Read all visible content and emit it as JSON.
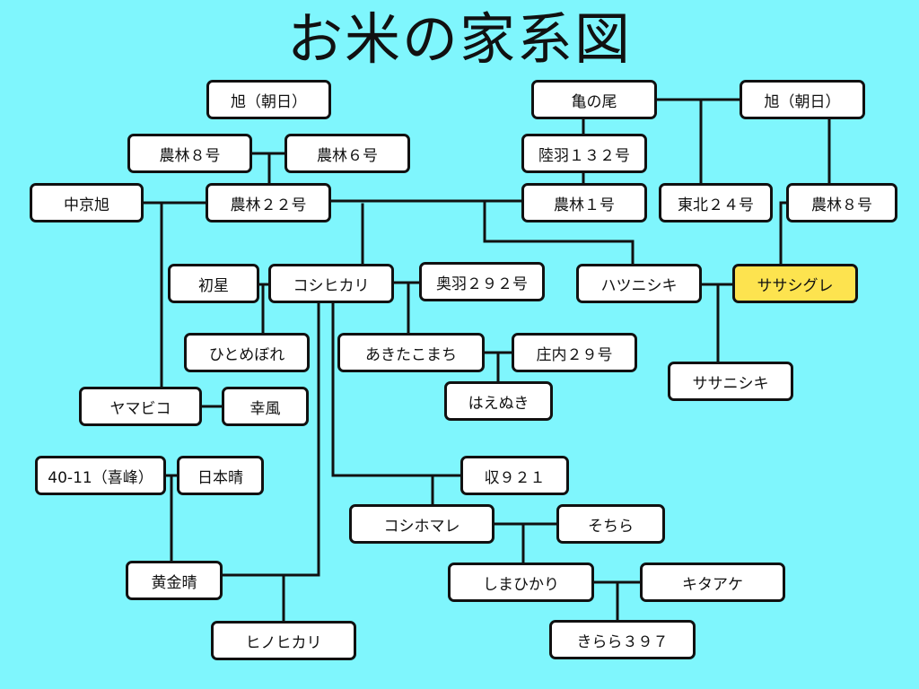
{
  "title": "お米の家系図",
  "colors": {
    "background": "#7ff6fd",
    "node_fill": "#ffffff",
    "highlight_fill": "#fde34f",
    "line": "#111111"
  },
  "nodes": {
    "asahi_1": "旭（朝日）",
    "kamenoo": "亀の尾",
    "asahi_2": "旭（朝日）",
    "norin8_a": "農林８号",
    "norin6": "農林６号",
    "rikuu132": "陸羽１３２号",
    "chukyoasahi": "中京旭",
    "norin22": "農林２２号",
    "norin1": "農林１号",
    "tohoku24": "東北２４号",
    "norin8_b": "農林８号",
    "hatsuboshi": "初星",
    "koshihikari": "コシヒカリ",
    "ou292": "奥羽２９２号",
    "hatsunishiki": "ハツニシキ",
    "sasashigure": "ササシグレ",
    "hitomebore": "ひとめぼれ",
    "akitakomachi": "あきたこまち",
    "shonai29": "庄内２９号",
    "hayenuki": "はえぬき",
    "sasanishiki": "ササニシキ",
    "yamabiko": "ヤマビコ",
    "kofu": "幸風",
    "kiho": "40-11（喜峰）",
    "nihonbare": "日本晴",
    "shu921": "収９２１",
    "koshihomare": "コシホマレ",
    "sochira": "そちら",
    "koganebare": "黄金晴",
    "shimahikari": "しまひかり",
    "kitaake": "キタアケ",
    "hinohikari": "ヒノヒカリ",
    "kirara397": "きらら３９７"
  }
}
